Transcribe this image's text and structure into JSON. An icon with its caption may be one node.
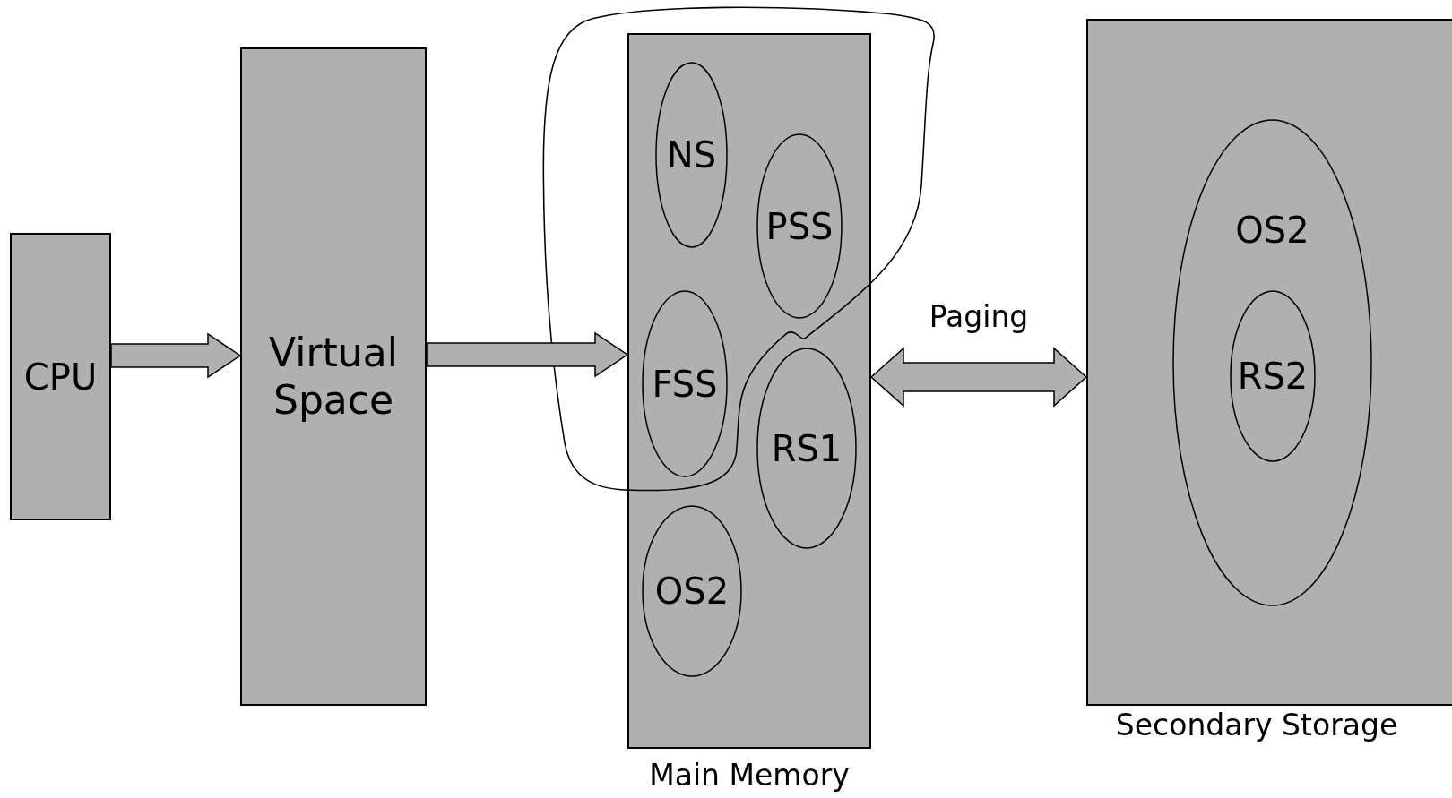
{
  "diagram": {
    "nodes": [
      {
        "text": [
          "CPU"
        ]
      },
      {
        "text": [
          "Virtual Space"
        ]
      },
      {
        "text": [],
        "shape": "box",
        "beside": [
          "Main Memory"
        ]
      },
      {
        "text": [
          "NS"
        ],
        "in": 2
      },
      {
        "text": [
          "PSS"
        ],
        "in": 2
      },
      {
        "text": [
          "FSS"
        ],
        "in": 2
      },
      {
        "text": [
          "RS1"
        ],
        "in": 2
      },
      {
        "text": [
          "OS2"
        ],
        "in": 2
      },
      {
        "text": [],
        "shape": "box",
        "beside": [
          "Secondary Storage"
        ]
      },
      {
        "text": [
          "OS2"
        ],
        "in": 8
      },
      {
        "text": [
          "RS2"
        ],
        "in": 9
      }
    ],
    "edges": [
      {
        "from": 0,
        "to": 1,
        "arrow": "to"
      },
      {
        "from": 1,
        "to": 2,
        "arrow": "to"
      },
      {
        "from": 2,
        "to": 8,
        "arrow": "both",
        "label": "Paging"
      }
    ]
  }
}
